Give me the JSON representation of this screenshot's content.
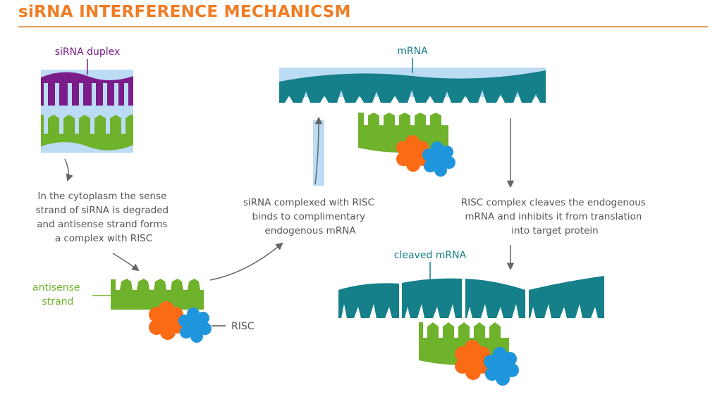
{
  "title": "siRNA INTERFERENCE MECHANICSM",
  "labels": {
    "sirna_duplex": "siRNA duplex",
    "mrna": "mRNA",
    "cleaved_mrna": "cleaved mRNA",
    "antisense": [
      "antisense",
      "strand"
    ],
    "risc": "RISC"
  },
  "captions": {
    "step1": [
      "In the cytoplasm the sense",
      "strand of siRNA is degraded",
      "and antisense strand forms",
      "a complex with RISC"
    ],
    "step2": [
      "siRNA complexed with RISC",
      "binds to complimentary",
      "endogenous mRNA"
    ],
    "step3": [
      "RISC complex cleaves the endogenous",
      "mRNA and inhibits it from translation",
      "into target protein"
    ]
  },
  "colors": {
    "title": "#f07c23",
    "rule": "#e8a060",
    "purple": "#7b1c8b",
    "green": "#6fb22c",
    "teal": "#157f8a",
    "light_blue": "#bcdcf5",
    "orange": "#fb6a15",
    "blue": "#1f95dd",
    "text": "#555555",
    "arrow": "#666666"
  }
}
